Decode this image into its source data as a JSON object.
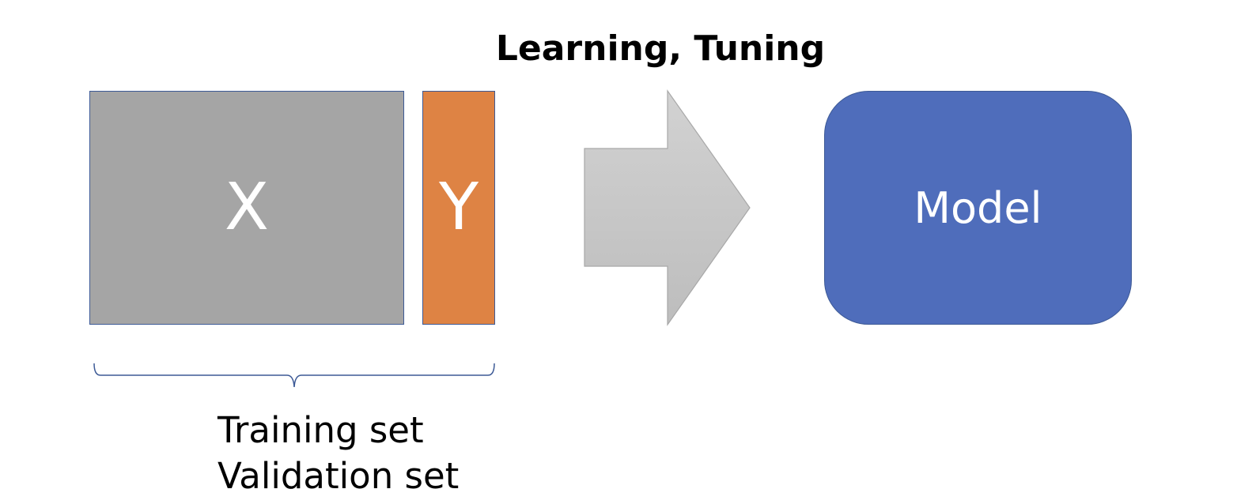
{
  "heading": "Learning, Tuning",
  "blocks": {
    "x_label": "X",
    "y_label": "Y"
  },
  "model": {
    "label": "Model"
  },
  "captions": {
    "training": "Training set",
    "validation": "Validation set"
  },
  "colors": {
    "x_fill": "#a5a5a5",
    "y_fill": "#de8344",
    "model_fill": "#4f6dbb",
    "arrow_fill": "#c8c8c8",
    "outline": "#3d5a96"
  }
}
